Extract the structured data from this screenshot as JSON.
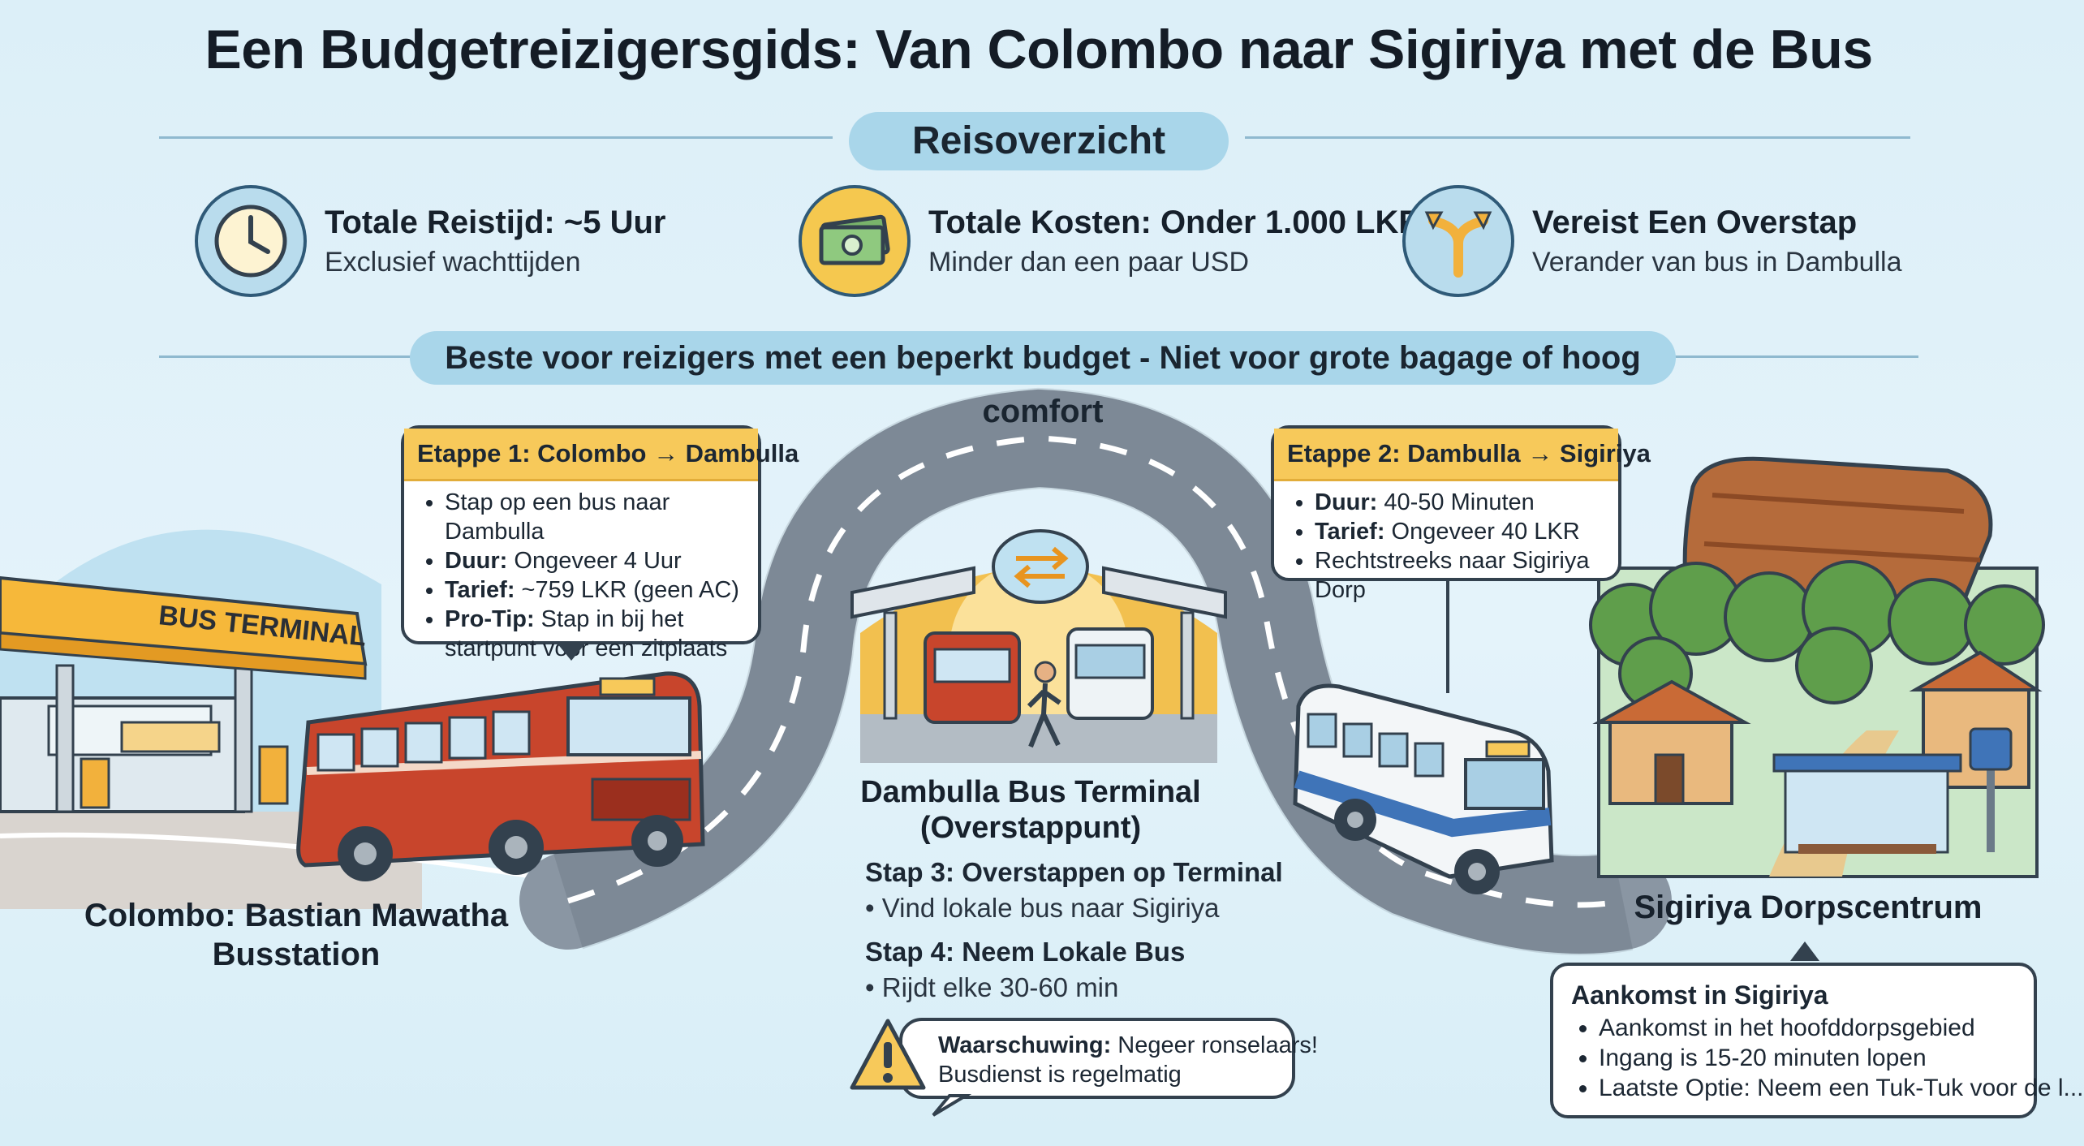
{
  "title": "Een Budgetreizigersgids: Van Colombo naar Sigiriya met de Bus",
  "overview_label": "Reisoverzicht",
  "stats": [
    {
      "icon": "clock-icon",
      "heading": "Totale Reistijd: ~5 Uur",
      "sub": "Exclusief wachttijden"
    },
    {
      "icon": "money-icon",
      "heading": "Totale Kosten: Onder 1.000 LKR",
      "sub": "Minder dan een paar USD"
    },
    {
      "icon": "split-arrow-icon",
      "heading": "Vereist Een Overstap",
      "sub": "Verander van bus in Dambulla"
    }
  ],
  "notice": "Beste voor reizigers met een beperkt budget - Niet voor grote bagage of hoog comfort",
  "terminal_sign": "BUS TERMINAL",
  "leg1": {
    "header": "Etappe 1: Colombo → Dambulla",
    "items": [
      {
        "label": "",
        "text": "Stap op een bus naar Dambulla"
      },
      {
        "label": "Duur:",
        "text": " Ongeveer 4 Uur"
      },
      {
        "label": "Tarief:",
        "text": " ~759 LKR (geen AC)"
      },
      {
        "label": "Pro-Tip:",
        "text": " Stap in bij het startpunt voor een zitplaats"
      }
    ]
  },
  "leg2": {
    "header": "Etappe 2: Dambulla → Sigiriya",
    "items": [
      {
        "label": "Duur:",
        "text": " 40-50 Minuten"
      },
      {
        "label": "Tarief:",
        "text": " Ongeveer 40 LKR"
      },
      {
        "label": "",
        "text": "Rechtstreeks naar Sigiriya Dorp"
      }
    ]
  },
  "colombo_place": {
    "line1": "Colombo: Bastian Mawatha",
    "line2": "Busstation"
  },
  "dambulla_place": {
    "line1": "Dambulla Bus Terminal",
    "line2": "(Overstappunt)"
  },
  "step3": {
    "heading": "Stap 3: Overstappen op Terminal",
    "item": "Vind lokale bus naar Sigiriya"
  },
  "step4": {
    "heading": "Stap 4: Neem Lokale Bus",
    "item": "Rijdt elke 30-60 min"
  },
  "warning": {
    "label": "Waarschuwing:",
    "text": " Negeer ronselaars!",
    "line2": "Busdienst is regelmatig"
  },
  "sigiriya_place": "Sigiriya Dorpscentrum",
  "arrival": {
    "header": "Aankomst in Sigiriya",
    "items": [
      "Aankomst in het hoofddorpsgebied",
      "Ingang is 15-20 minuten lopen",
      "Laatste Optie: Neem een Tuk-Tuk voor de l..."
    ]
  },
  "colors": {
    "accent_yellow": "#f7c95a",
    "pill_blue": "#a9d6ea",
    "outline": "#33414e",
    "red_bus": "#c8452c",
    "road": "#8a96a3"
  }
}
